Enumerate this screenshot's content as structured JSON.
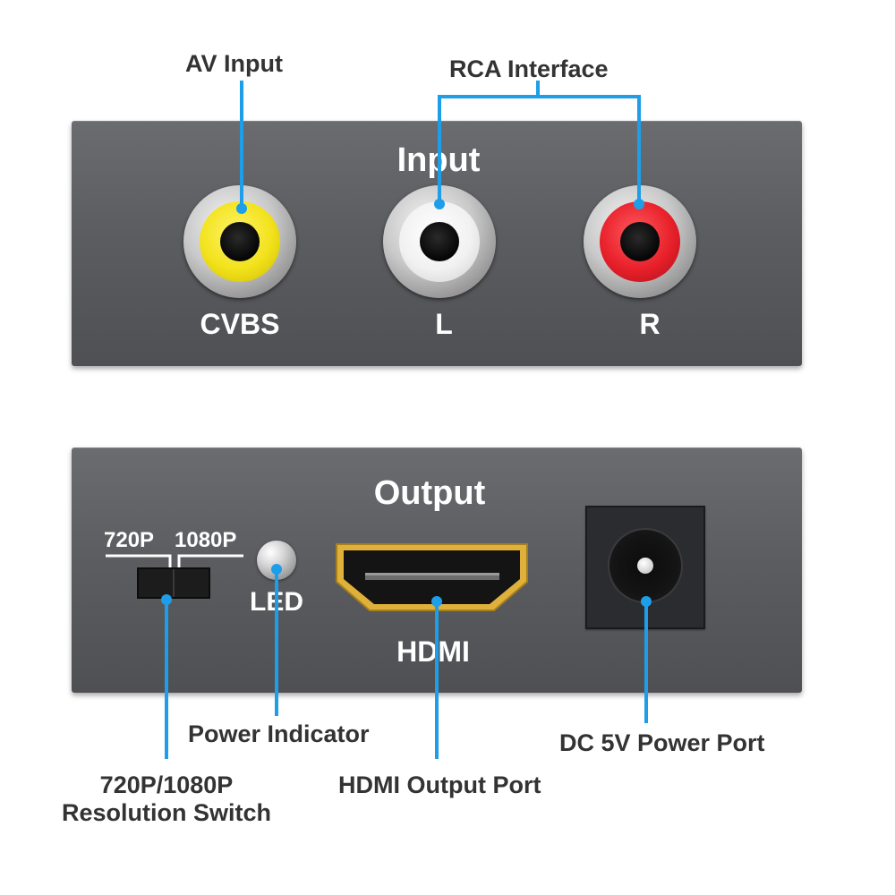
{
  "input_panel": {
    "title": "Input",
    "ports": [
      {
        "label": "CVBS",
        "color": "#f2e21c"
      },
      {
        "label": "L",
        "color": "#f5f5f5"
      },
      {
        "label": "R",
        "color": "#e8202a"
      }
    ]
  },
  "output_panel": {
    "title": "Output",
    "switch_labels": {
      "left": "720P",
      "right": "1080P"
    },
    "led_label": "LED",
    "hdmi_label": "HDMI"
  },
  "callouts": {
    "av_input": "AV Input",
    "rca_interface": "RCA Interface",
    "power_indicator": "Power Indicator",
    "resolution_switch_line1": "720P/1080P",
    "resolution_switch_line2": "Resolution Switch",
    "hdmi_output_port": "HDMI Output Port",
    "dc_power_port": "DC 5V Power Port"
  },
  "colors": {
    "leader": "#1e9ee8",
    "panel": "#5c5d61",
    "hdmi_gold": "#e0b13a"
  }
}
